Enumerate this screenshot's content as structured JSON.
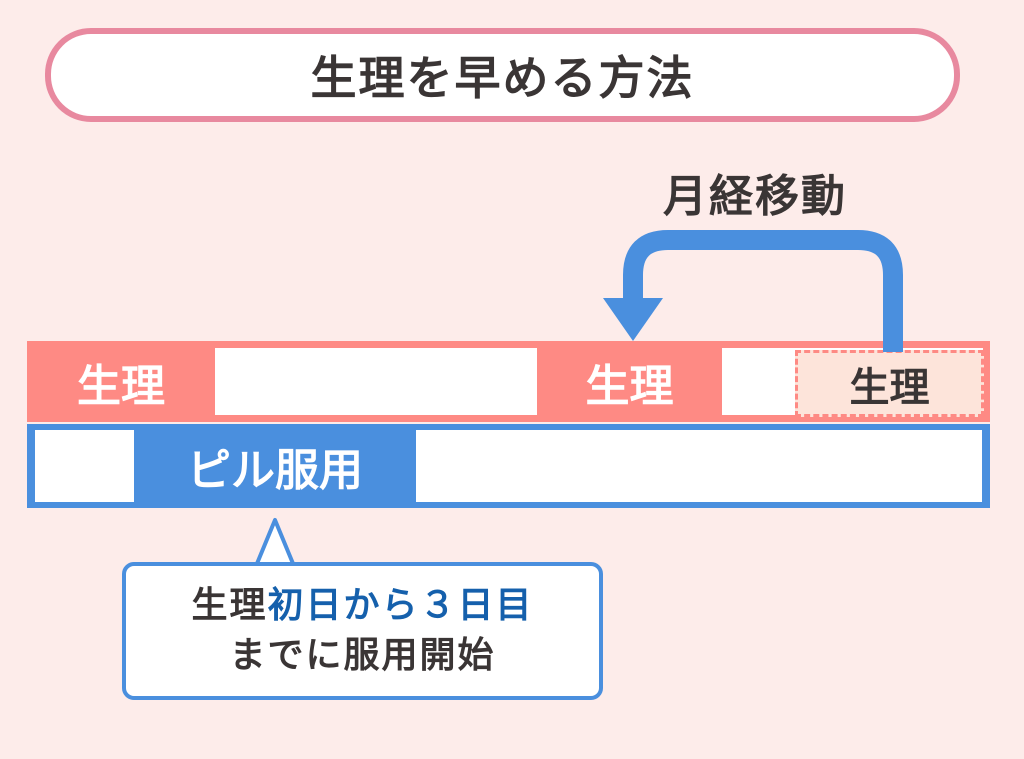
{
  "title": "生理を早める方法",
  "shift_label": "月経移動",
  "period_bar": {
    "segments": [
      "生理",
      "生理"
    ],
    "shifted_period": "生理"
  },
  "pill_bar": {
    "label": "ピル服用"
  },
  "callout": {
    "line1_dark": "生理",
    "line1_blue": "初日から３日目",
    "line2": "までに服用開始"
  },
  "colors": {
    "background": "#fdecea",
    "period": "#fe8a84",
    "pill": "#4a8fde",
    "title_border": "#e8899f",
    "highlight_text": "#1560ac"
  }
}
